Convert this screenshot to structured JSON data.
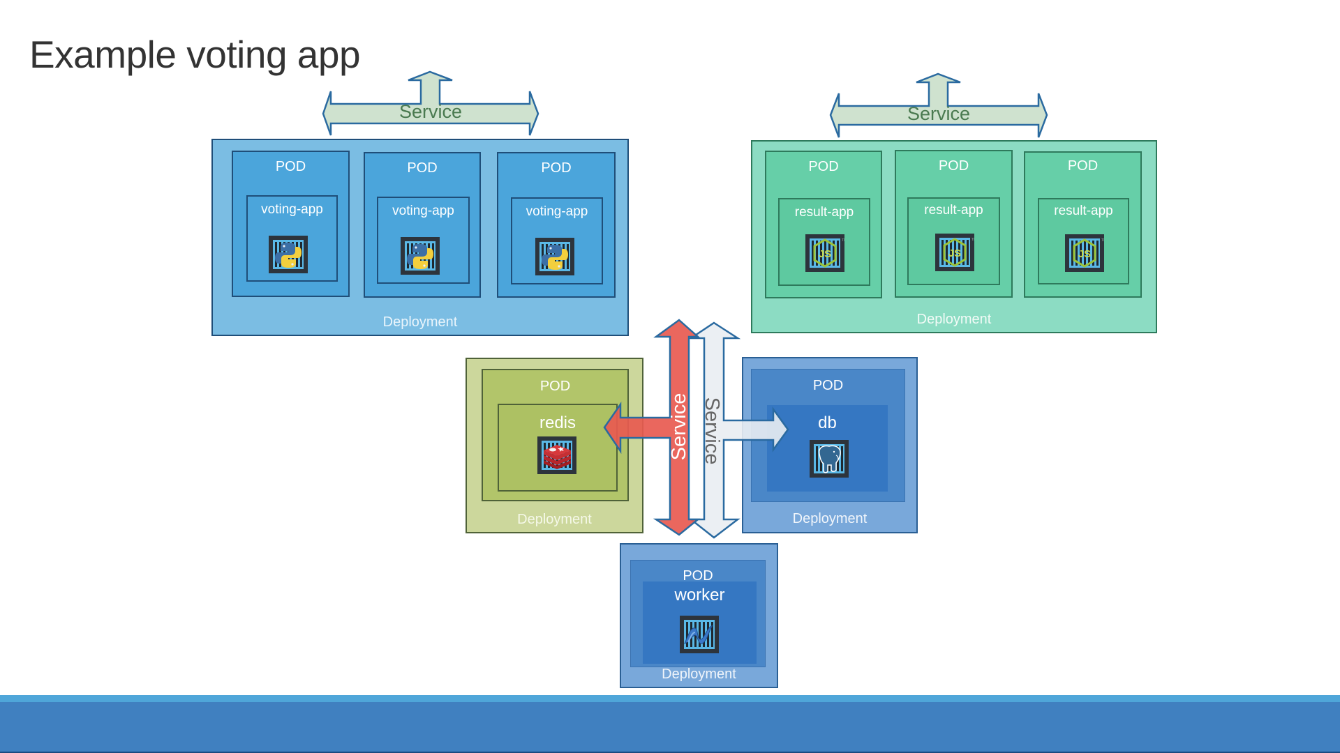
{
  "slide": {
    "title": "Example voting app"
  },
  "colors": {
    "voting_deployment": "#7bbde3",
    "voting_pod": "#4ba5db",
    "voting_border": "#1f4e79",
    "result_deployment": "#8cdcc3",
    "result_pod": "#66cfa8",
    "result_border": "#2e7a5c",
    "redis_deployment": "#ccd79c",
    "redis_pod": "#b2c56a",
    "redis_border": "#4f6238",
    "db_deployment": "#79a8da",
    "db_pod": "#4a87c8",
    "db_inner": "#3577c2",
    "service_fill": "#cfe2cf",
    "service_border": "#2a6aa0",
    "service_text": "#4a7a50",
    "red_service": "#e85a50",
    "white_service": "#e9edf2",
    "gray_text": "#666666",
    "footer": "#4080c0",
    "footer_stripe": "#4fa6d9"
  },
  "voting": {
    "service_label": "Service",
    "deployment_label": "Deployment",
    "pods": [
      {
        "pod_label": "POD",
        "container_label": "voting-app",
        "icon": "python-container-icon"
      },
      {
        "pod_label": "POD",
        "container_label": "voting-app",
        "icon": "python-container-icon"
      },
      {
        "pod_label": "POD",
        "container_label": "voting-app",
        "icon": "python-container-icon"
      }
    ]
  },
  "result": {
    "service_label": "Service",
    "deployment_label": "Deployment",
    "pods": [
      {
        "pod_label": "POD",
        "container_label": "result-app",
        "icon": "nodejs-container-icon"
      },
      {
        "pod_label": "POD",
        "container_label": "result-app",
        "icon": "nodejs-container-icon"
      },
      {
        "pod_label": "POD",
        "container_label": "result-app",
        "icon": "nodejs-container-icon"
      }
    ]
  },
  "redis": {
    "pod_label": "POD",
    "container_label": "redis",
    "deployment_label": "Deployment",
    "icon": "redis-container-icon",
    "service_label": "Service"
  },
  "db": {
    "pod_label": "POD",
    "container_label": "db",
    "deployment_label": "Deployment",
    "icon": "postgres-container-icon",
    "service_label": "Service"
  },
  "worker": {
    "pod_label": "POD",
    "container_label": "worker",
    "deployment_label": "Deployment",
    "icon": "dotnet-container-icon"
  }
}
